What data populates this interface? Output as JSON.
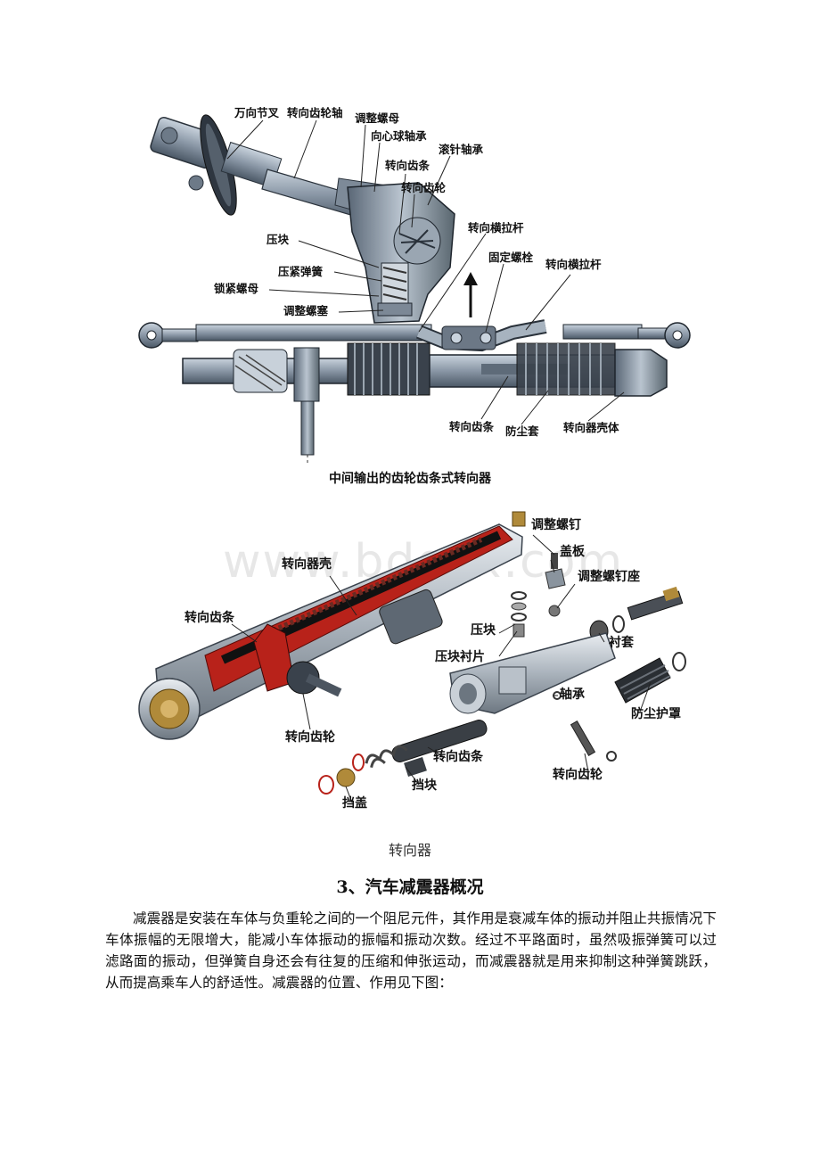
{
  "figure1": {
    "labels": {
      "universal_joint": "万向节叉",
      "pinion_shaft": "转向齿轮轴",
      "adjust_nut": "调整螺母",
      "radial_bearing": "向心球轴承",
      "needle_bearing": "滚针轴承",
      "rack_top": "转向齿条",
      "pinion_top": "转向齿轮",
      "tie_rod_1": "转向横拉杆",
      "fixing_bolt": "固定螺栓",
      "tie_rod_2": "转向横拉杆",
      "pressure_block": "压块",
      "pressure_spring": "压紧弹簧",
      "lock_nut": "锁紧螺母",
      "adjust_plug": "调整螺塞",
      "rack_bottom": "转向齿条",
      "dust_cover": "防尘套",
      "housing": "转向器壳体"
    },
    "caption": "中间输出的齿轮齿条式转向器"
  },
  "figure2": {
    "labels": {
      "adjust_screw": "调整螺钉",
      "cover_plate": "盖板",
      "adjust_screw_seat": "调整螺钉座",
      "housing": "转向器壳",
      "rack_left": "转向齿条",
      "pressure_block": "压块",
      "pressure_liner": "压块衬片",
      "bushing": "衬套",
      "bearing": "轴承",
      "dust_boot": "防尘护罩",
      "pinion_left": "转向齿轮",
      "rack_right": "转向齿条",
      "stop_block": "挡块",
      "pinion_right": "转向齿轮",
      "end_cap": "挡盖"
    },
    "watermark": "www.bdocx.com",
    "caption": "转向器"
  },
  "section": {
    "heading": "3、汽车减震器概况",
    "paragraph": "减震器是安装在车体与负重轮之间的一个阻尼元件，其作用是衰减车体的振动并阻止共振情况下车体振幅的无限增大，能减小车体振动的振幅和振动次数。经过不平路面时，虽然吸振弹簧可以过滤路面的振动，但弹簧自身还会有往复的压缩和伸张运动，而减震器就是用来抑制这种弹簧跳跃，从而提高乘车人的舒适性。减震器的位置、作用见下图："
  },
  "colors": {
    "steel": "#8a98a8",
    "steel_dark": "#4a5664",
    "cutaway_red": "#c0241c",
    "brass": "#b08a3a",
    "text": "#111111"
  }
}
